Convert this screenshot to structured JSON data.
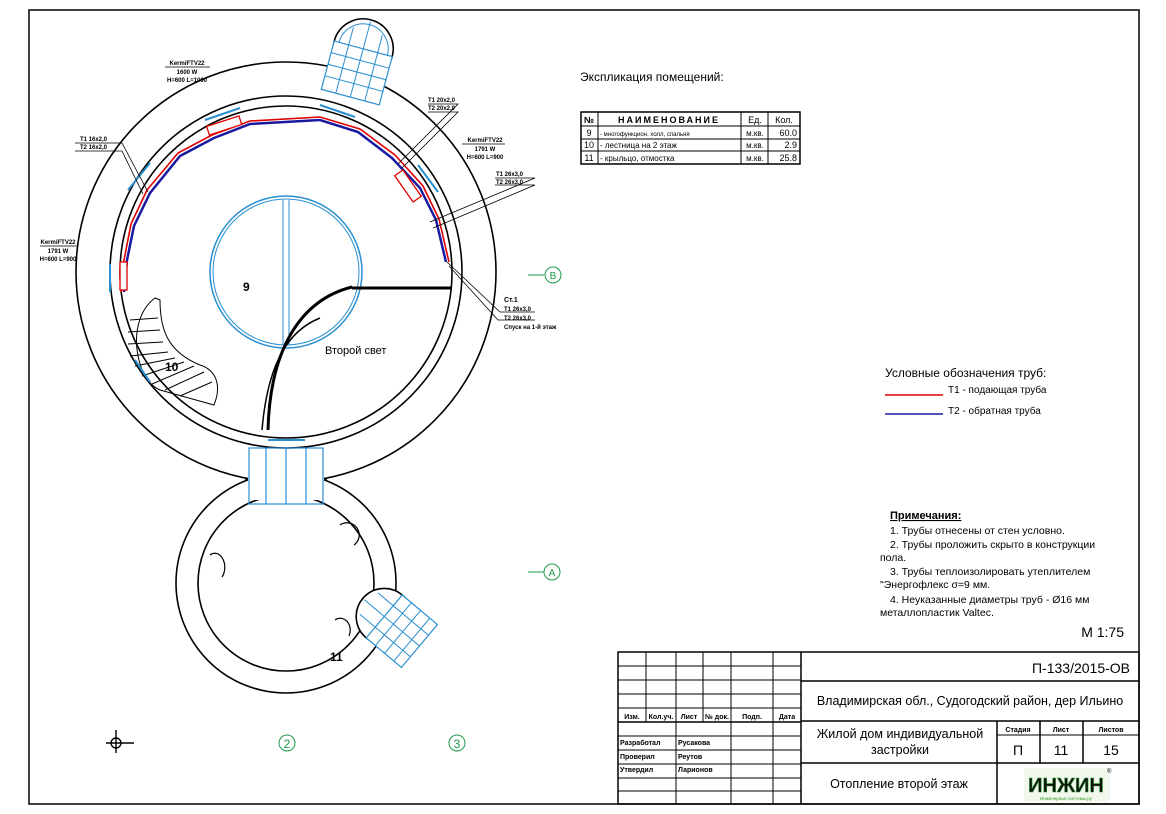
{
  "explication": {
    "title": "Экспликация помещений:",
    "headers": [
      "№",
      "НАИМЕНОВАНИЕ",
      "Ед.",
      "Кол."
    ],
    "rows": [
      {
        "no": "9",
        "name": "- многофункцион. холл, спальня",
        "unit": "м.кв.",
        "qty": "60.0"
      },
      {
        "no": "10",
        "name": "- лестница на 2 этаж",
        "unit": "м.кв.",
        "qty": "2.9"
      },
      {
        "no": "11",
        "name": "- крыльцо, отмостка",
        "unit": "м.кв.",
        "qty": "25.8"
      }
    ]
  },
  "plan": {
    "room_9": "9",
    "room_10": "10",
    "room_11": "11",
    "second_light": "Второй свет",
    "radiator_top": {
      "model": "KermiFTV22",
      "power": "1600 W",
      "size": "H=600 L=1000"
    },
    "radiator_left": {
      "model": "KermiFTV22",
      "power": "1791 W",
      "size": "H=600 L=900"
    },
    "radiator_right": {
      "model": "KermiFTV22",
      "power": "1791 W",
      "size": "H=600 L=900"
    },
    "pipe_left": {
      "t1": "T1 16x2,0",
      "t2": "T2 16x2,0"
    },
    "pipe_top": {
      "t1": "T1 20x2,0",
      "t2": "T2 20x2,0"
    },
    "pipe_right": {
      "t1": "T1 26x3,0",
      "t2": "T2 26x3,0"
    },
    "riser": {
      "name": "Ст.1",
      "t1": "T1 26x3,0",
      "t2": "T2 26x3,0",
      "note": "Спуск на 1-й этаж"
    },
    "axis_b": "B",
    "axis_a": "A",
    "axis_2": "2",
    "axis_3": "3"
  },
  "legend": {
    "title": "Условные обозначения  труб:",
    "t1": "T1 - подающая труба",
    "t2": "T2 - обратная труба",
    "t1_color": "#e00000",
    "t2_color": "#1a1aa0"
  },
  "notes": {
    "title": "Примечания:",
    "items": [
      "1. Трубы отнесены от стен условно.",
      "2. Трубы проложить скрыто в конструкции",
      "пола.",
      "3. Трубы теплоизолировать утеплителем",
      "\"Энергофлекс σ=9 мм.",
      "4. Неуказанные диаметры труб - Ø16 мм",
      "металлопластик Valtec."
    ],
    "scale": "М 1:75"
  },
  "title_block": {
    "code": "П-133/2015-ОВ",
    "location": "Владимирская обл., Судогодский район, дер Ильино",
    "object_line1": "Жилой дом индивидуальной",
    "object_line2": "застройки",
    "sheet_title": "Отопление второй этаж",
    "stage_label": "Стадия",
    "sheet_label": "Лист",
    "sheets_label": "Листов",
    "stage": "П",
    "sheet": "11",
    "sheets": "15",
    "col_headers": [
      "Изм.",
      "Кол.уч.",
      "Лист",
      "№ док.",
      "Подп.",
      "Дата"
    ],
    "roles": [
      {
        "role": "Разработал",
        "name": "Русакова"
      },
      {
        "role": "Проверил",
        "name": "Реутов"
      },
      {
        "role": "Утвердил",
        "name": "Ларионов"
      }
    ],
    "logo": "ИНЖИН",
    "logo_sub": "Инженерные системы.ру"
  }
}
